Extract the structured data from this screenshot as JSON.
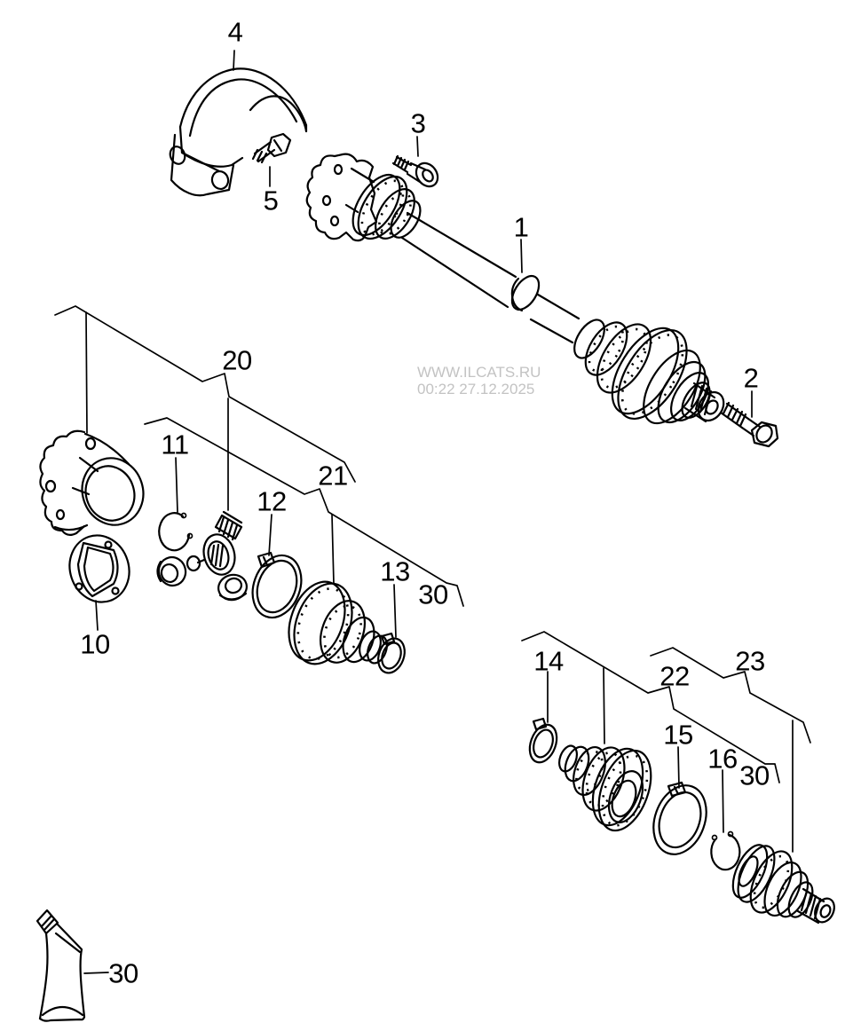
{
  "theme": {
    "background": "#ffffff",
    "line": "#000000",
    "watermark": "#c3c3c3"
  },
  "watermark": {
    "line1": "WWW.ILCATS.RU",
    "line2": "00:22 27.12.2025"
  },
  "callouts": {
    "c1": "1",
    "c2": "2",
    "c3": "3",
    "c4": "4",
    "c5": "5",
    "c10": "10",
    "c11": "11",
    "c12": "12",
    "c13": "13",
    "c14": "14",
    "c15": "15",
    "c16": "16",
    "c20": "20",
    "c21": "21",
    "c22": "22",
    "c23": "23",
    "c30_inner_kit": "30",
    "c30_outer_kit": "30",
    "c30_tube": "30"
  }
}
